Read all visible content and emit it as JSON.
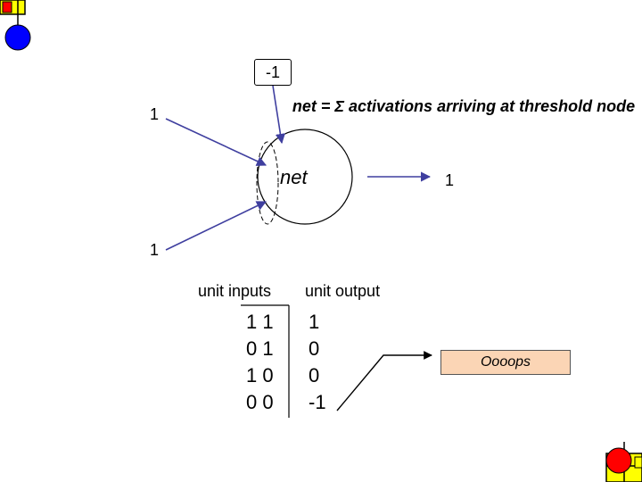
{
  "diagram": {
    "bias_value": "-1",
    "net_equation": "net = Σ activations arriving at threshold node",
    "input_top": "1",
    "input_bottom": "1",
    "node_label": "net",
    "output_value": "1",
    "table": {
      "header_inputs": "unit inputs",
      "header_output": "unit output",
      "rows": [
        {
          "inputs": "1 1",
          "output": "1"
        },
        {
          "inputs": "0 1",
          "output": "0"
        },
        {
          "inputs": "1 0",
          "output": "0"
        },
        {
          "inputs": "0 0",
          "output": "-1"
        }
      ]
    },
    "callout": "Oooops"
  },
  "colors": {
    "arrow": "#3f3f9f",
    "callout_fill": "#fbd5b5",
    "deco_red": "#ff0000",
    "deco_blue": "#0000ff",
    "deco_yellow": "#ffff00"
  }
}
